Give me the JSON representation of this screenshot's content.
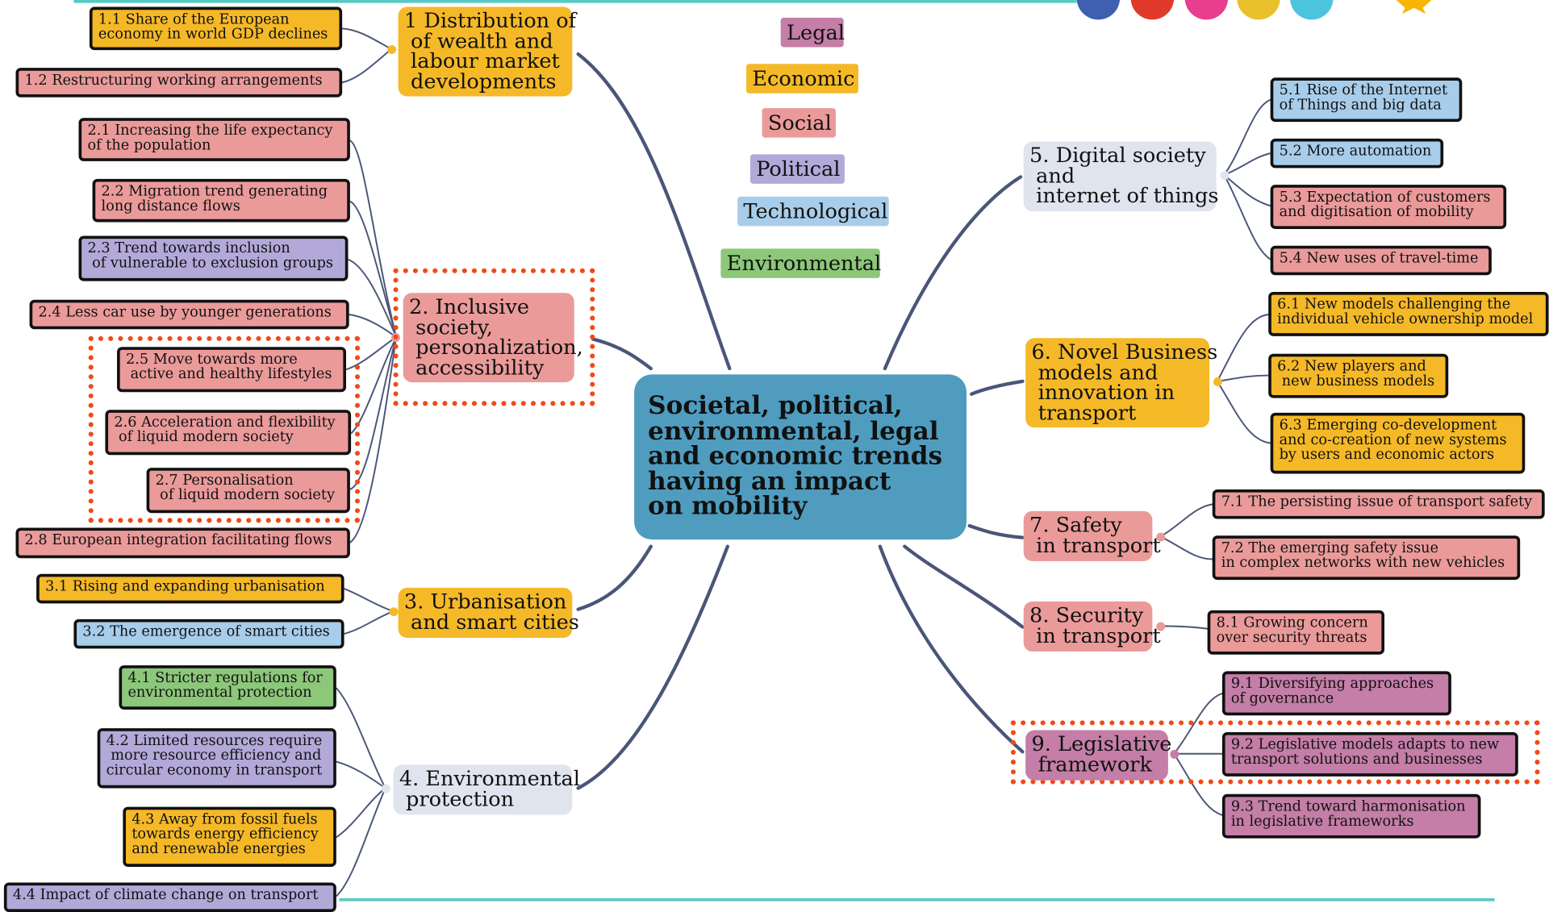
{
  "central_topic": "Societal, political,\nenvironmental, legal\nand economic trends\nhaving an impact\non mobility",
  "legend": {
    "legal": "Legal",
    "economic": "Economic",
    "social": "Social",
    "political": "Political",
    "technological": "Technological",
    "environmental": "Environmental"
  },
  "colors": {
    "legal": "#c47ea7",
    "economic": "#f5b928",
    "social": "#eb9a9a",
    "political": "#b3a9d9",
    "technological": "#a8cdea",
    "environmental": "#8cc77a",
    "central": "#4f9cbf",
    "neutral": "#e0e4ef",
    "highlight": "#f04a16",
    "connector": "#4a5678"
  },
  "topics": {
    "t1": "1 Distribution of\n of wealth and\n labour market\n developments",
    "t2": "2. Inclusive\n society,\n personalization,\n accessibility",
    "t3": "3. Urbanisation\n and smart cities",
    "t4": "4. Environmental\n protection",
    "t5": "5. Digital society\n and\n internet of things",
    "t6": "6. Novel Business\n models and\n innovation in\n transport",
    "t7": "7. Safety\n in transport",
    "t8": "8. Security\n in transport",
    "t9": "9. Legislative\n framework"
  },
  "subtopics": {
    "s1_1": "1.1 Share of the European\neconomy in world GDP declines",
    "s1_2": "1.2 Restructuring working arrangements",
    "s2_1": "2.1 Increasing the life expectancy\nof the population",
    "s2_2": "2.2 Migration trend generating\nlong distance flows",
    "s2_3": "2.3 Trend towards inclusion\n of vulnerable to exclusion groups",
    "s2_4": "2.4 Less car use by younger generations",
    "s2_5": "2.5 Move towards more\n active and healthy lifestyles",
    "s2_6": "2.6 Acceleration and flexibility\n of liquid modern society",
    "s2_7": "2.7 Personalisation\n of liquid modern society",
    "s2_8": "2.8 European integration facilitating flows",
    "s3_1": "3.1 Rising and expanding urbanisation",
    "s3_2": "3.2 The emergence of smart cities",
    "s4_1": "4.1 Stricter regulations for\nenvironmental protection",
    "s4_2": "4.2 Limited resources require\n more resource efficiency and\ncircular economy in transport",
    "s4_3": "4.3 Away from fossil fuels\ntowards energy efficiency\nand renewable energies",
    "s4_4": "4.4 Impact of climate change on transport",
    "s5_1": "5.1 Rise of the Internet\nof Things and big data",
    "s5_2": "5.2 More automation",
    "s5_3": "5.3 Expectation of customers\nand digitisation of mobility",
    "s5_4": "5.4 New uses of travel-time",
    "s6_1": "6.1 New models challenging the\nindividual vehicle ownership model",
    "s6_2": "6.2 New players and\n new business models",
    "s6_3": "6.3 Emerging co-development\nand co-creation of new systems\nby users and economic actors",
    "s7_1": "7.1 The persisting issue of transport safety",
    "s7_2": "7.2 The emerging safety issue\nin complex networks with new vehicles",
    "s8_1": "8.1 Growing concern\nover security threats",
    "s9_1": "9.1 Diversifying approaches\nof governance",
    "s9_2": "9.2 Legislative models adapts to new\ntransport solutions and businesses",
    "s9_3": "9.3 Trend toward harmonisation\nin legislative frameworks"
  },
  "icons": [
    "bicycle-icon",
    "car-icon",
    "bus-icon",
    "ship-icon",
    "plane-icon",
    "star-icon"
  ]
}
